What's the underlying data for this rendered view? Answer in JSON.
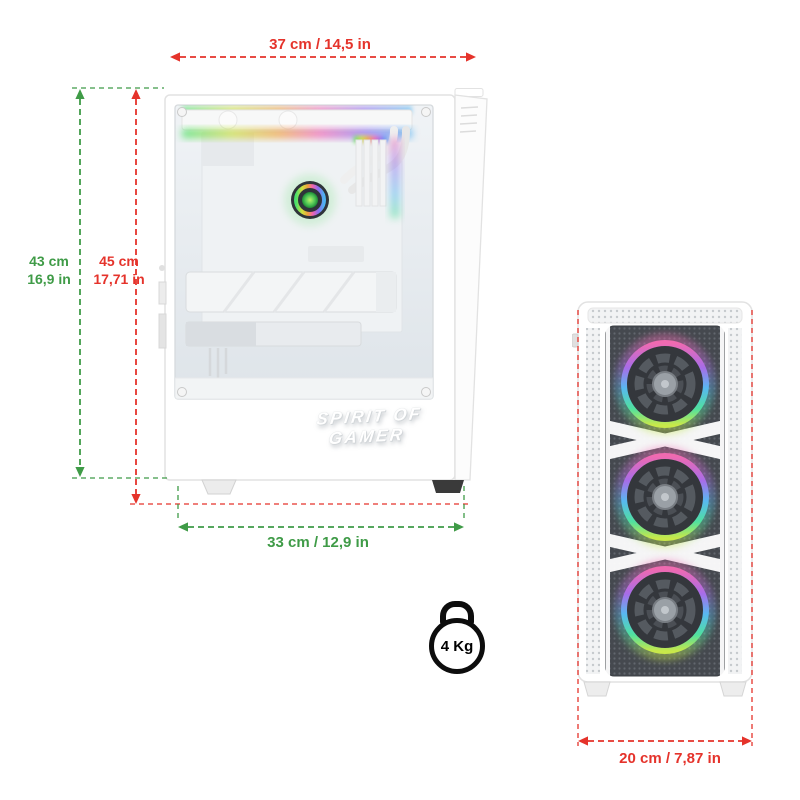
{
  "title": "PC case dimensions diagram",
  "colors": {
    "dimension_red": "#e5332b",
    "dimension_green": "#3f9b47",
    "mesh_dark": "#45494f",
    "case_white": "#ffffff"
  },
  "annotations": {
    "top_width": {
      "label": "37 cm / 14,5 in"
    },
    "outer_height": {
      "value": "43 cm",
      "alt": "16,9 in"
    },
    "inner_height": {
      "value": "45 cm",
      "alt": "17,71 in"
    },
    "bottom_width": {
      "label": "33 cm / 12,9 in"
    },
    "front_width": {
      "label": "20 cm / 7,87 in"
    },
    "weight": {
      "label": "4 Kg"
    }
  },
  "branding": {
    "logo_line1": "SPIRIT OF",
    "logo_line2": "GAMER"
  },
  "icons": {
    "weight": "kettlebell-icon"
  }
}
